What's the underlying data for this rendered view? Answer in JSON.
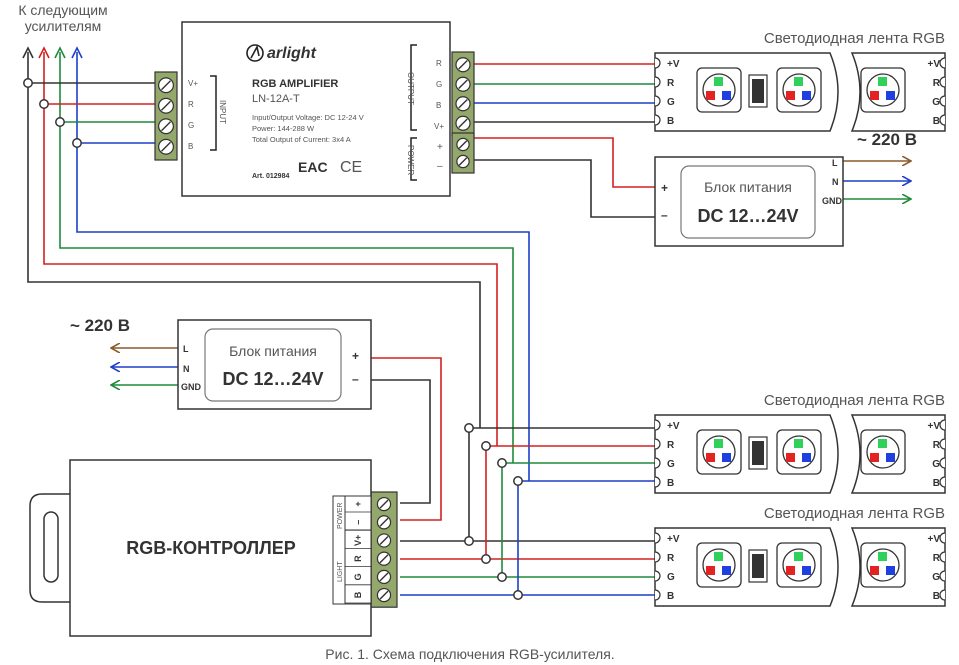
{
  "top_label": [
    "К следующим",
    "усилителям"
  ],
  "amplifier": {
    "logo": "arlight",
    "model_title": "RGB AMPLIFIER",
    "model_name": "LN-12A-T",
    "spec_voltage": "Input/Output Voltage: DC 12-24 V",
    "spec_power": "Power: 144-288 W",
    "spec_current": "Total Output of Current: 3x4 A",
    "cert_eac": "EAC",
    "cert_ce": "CE",
    "article": "Art. 012984",
    "input_label": "INPUT",
    "output_label": "OUTPUT",
    "power_label": "POWER",
    "input_pins": [
      "V+",
      "R",
      "G",
      "B"
    ],
    "output_pins": [
      "R",
      "G",
      "B",
      "V+"
    ],
    "power_pins": [
      "+",
      "–"
    ]
  },
  "power_supply": {
    "title": "Блок питания",
    "rating": "DC 12…24V",
    "in_pins": [
      "L",
      "N",
      "GND"
    ],
    "out_pins": [
      "+",
      "–"
    ]
  },
  "mains_label": "~ 220 В",
  "controller": {
    "title": "RGB-КОНТРОЛЛЕР",
    "power_label": "POWER",
    "light_label": "LIGHT",
    "terminal_labels": [
      "+",
      "–",
      "V+",
      "R",
      "G",
      "B"
    ]
  },
  "strip": {
    "title": "Светодиодная лента RGB",
    "pins": [
      "+V",
      "R",
      "G",
      "B"
    ]
  },
  "caption": "Рис. 1. Схема подключения RGB-усилителя.",
  "colors": {
    "red": "#d42020",
    "green": "#1f8a3a",
    "blue": "#1d3fc9",
    "black": "#333333",
    "brown": "#8a5a2a",
    "terminal": "#93a86a",
    "frame": "#333333"
  }
}
